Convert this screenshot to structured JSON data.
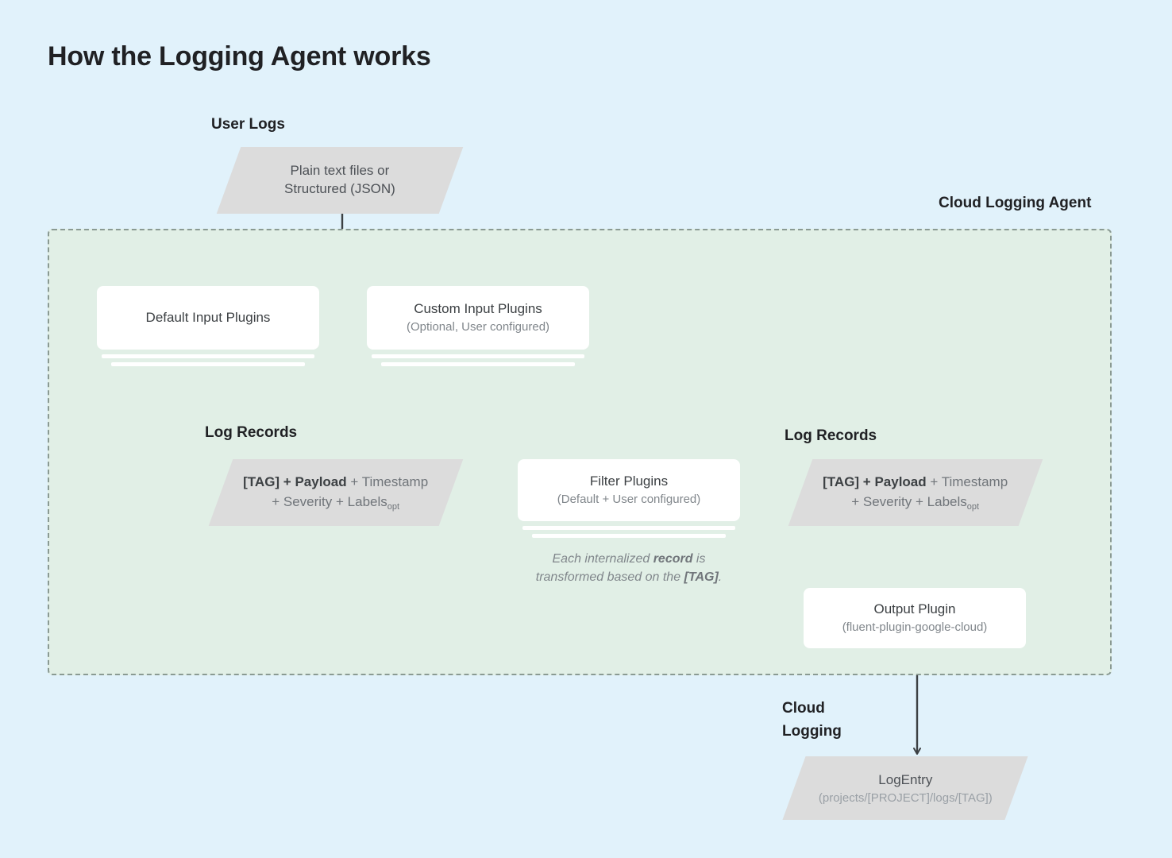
{
  "page": {
    "title": "How the Logging Agent works",
    "background_color": "#e1f2fb",
    "agent_region_color": "#e1efe6",
    "parallelogram_color": "#dcdcdc",
    "card_color": "#ffffff",
    "line_color": "#3c4043"
  },
  "labels": {
    "user_logs": "User Logs",
    "cloud_logging_agent": "Cloud Logging Agent",
    "log_records_left": "Log Records",
    "log_records_right": "Log Records",
    "cloud_logging": "Cloud\nLogging"
  },
  "nodes": {
    "user_logs_source": {
      "shape": "parallelogram",
      "line1": "Plain text files or",
      "line2": "Structured (JSON)"
    },
    "default_input_plugins": {
      "shape": "card-stack",
      "title": "Default Input Plugins",
      "subtitle": ""
    },
    "custom_input_plugins": {
      "shape": "card-stack",
      "title": "Custom Input Plugins",
      "subtitle": "(Optional, User configured)"
    },
    "log_records_left": {
      "shape": "parallelogram",
      "bold_prefix": "[TAG] + Payload",
      "rest_line1": " + Timestamp",
      "line2": "+ Severity + Labels",
      "subscript": "opt"
    },
    "filter_plugins": {
      "shape": "card-stack",
      "title": "Filter Plugins",
      "subtitle": "(Default + User configured)"
    },
    "log_records_right": {
      "shape": "parallelogram",
      "bold_prefix": "[TAG] + Payload",
      "rest_line1": " + Timestamp",
      "line2": "+ Severity + Labels",
      "subscript": "opt"
    },
    "output_plugin": {
      "shape": "card",
      "title": "Output Plugin",
      "subtitle": "(fluent-plugin-google-cloud)"
    },
    "log_entry": {
      "shape": "parallelogram",
      "title": "LogEntry",
      "subtitle": "(projects/[PROJECT]/logs/[TAG])"
    }
  },
  "captions": {
    "transform_note_line1_a": "Each internalized ",
    "transform_note_line1_b": "record",
    "transform_note_line1_c": " is",
    "transform_note_line2_a": "transformed based on the ",
    "transform_note_line2_b": "[TAG]",
    "transform_note_line2_c": "."
  }
}
